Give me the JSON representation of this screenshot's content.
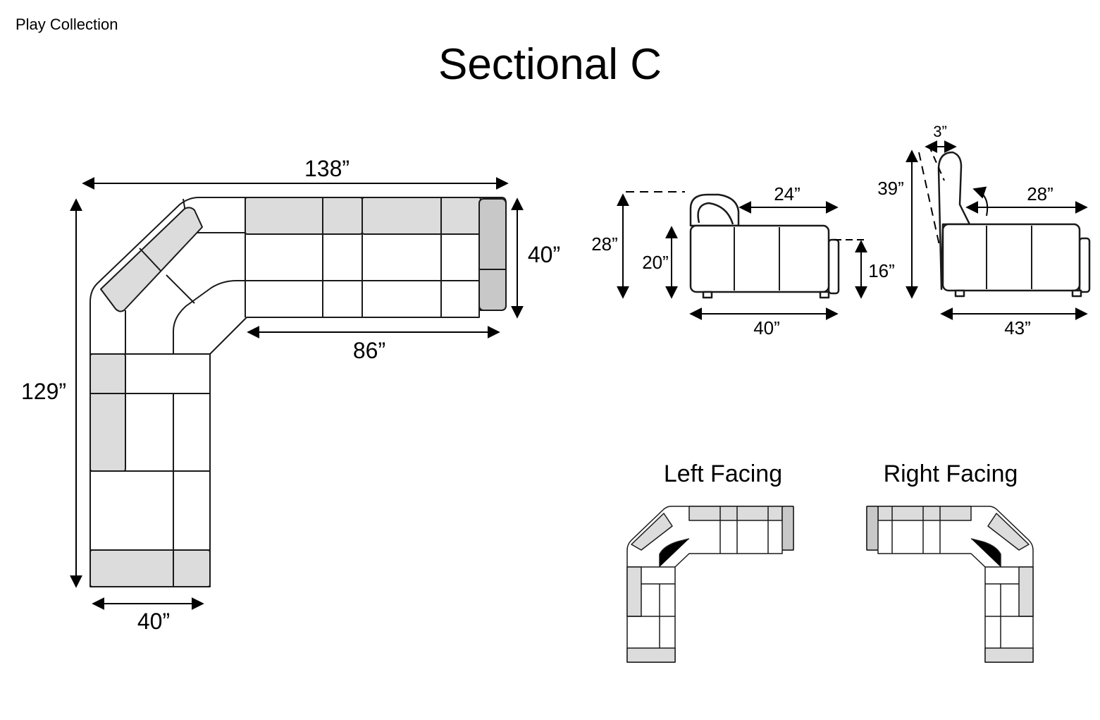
{
  "collection": "Play Collection",
  "title": "Sectional C",
  "plan": {
    "overall_width": "138”",
    "overall_depth": "129”",
    "seat_depth": "40”",
    "inner_length": "86”",
    "bottom_width": "40”"
  },
  "side_view": {
    "back_height": "28”",
    "seat_height": "20”",
    "arm_height": "16”",
    "seat_depth": "24”",
    "depth": "40”"
  },
  "recline_view": {
    "recline_offset": "3”",
    "height": "39”",
    "seat_depth": "28”",
    "depth": "43”"
  },
  "orientations": {
    "left": "Left Facing",
    "right": "Right Facing"
  },
  "colors": {
    "cushion": "#dcdcdc",
    "arm": "#c8c8c8",
    "line": "#1a1a1a"
  }
}
